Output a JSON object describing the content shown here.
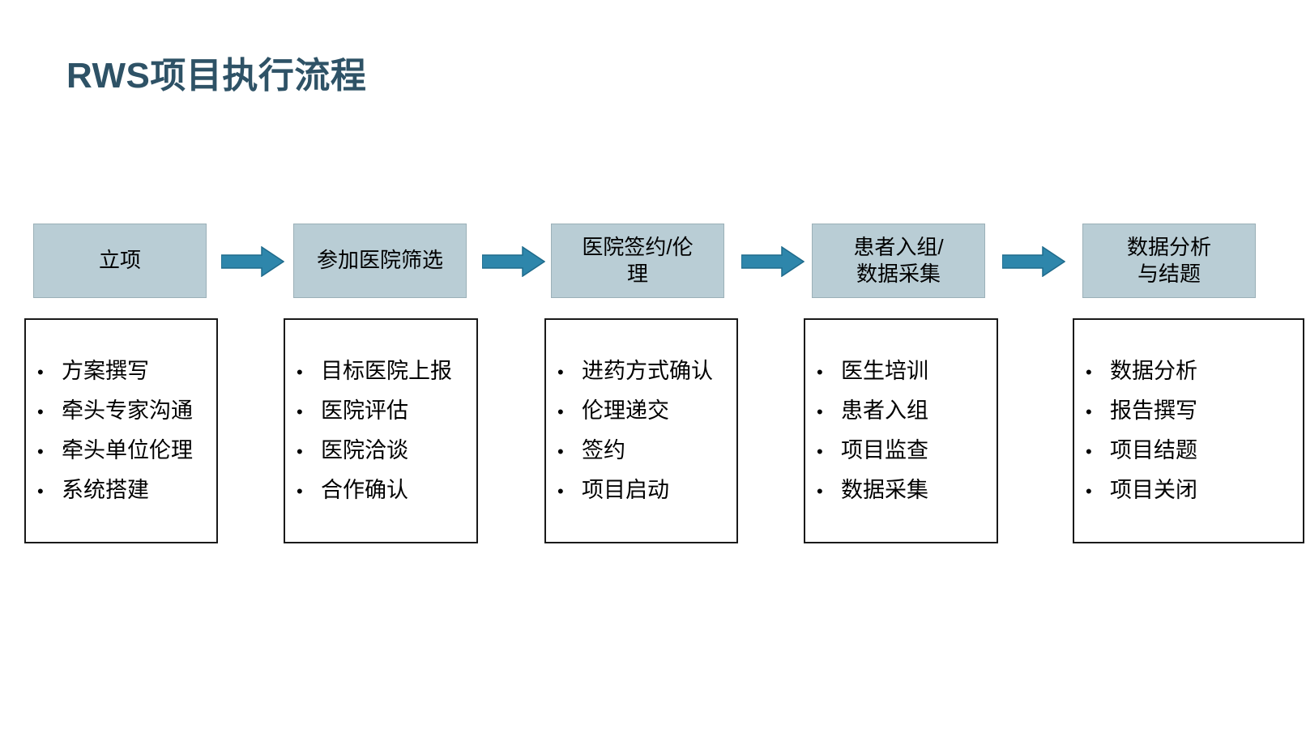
{
  "slide": {
    "title": "RWS项目执行流程",
    "title_color": "#2E5266",
    "background_color": "#FFFFFF"
  },
  "theme": {
    "stage_fill": "#B9CDD5",
    "stage_border": "#9BB0B8",
    "arrow_fill": "#2E86AB",
    "arrow_border": "#1F6B8C",
    "detail_border": "#1A1A1A",
    "text_color": "#000000"
  },
  "flow": {
    "arrow_icon_name": "right-arrow-icon",
    "stages": [
      {
        "id": "stage-1",
        "label": "立项",
        "details": [
          "方案撰写",
          "牵头专家沟通",
          "牵头单位伦理",
          "系统搭建"
        ]
      },
      {
        "id": "stage-2",
        "label": "参加医院筛选",
        "details": [
          "目标医院上报",
          "医院评估",
          "医院洽谈",
          "合作确认"
        ]
      },
      {
        "id": "stage-3",
        "label": "医院签约/伦\n理",
        "details": [
          "进药方式确认",
          "伦理递交",
          "签约",
          "项目启动"
        ]
      },
      {
        "id": "stage-4",
        "label": "患者入组/\n数据采集",
        "details": [
          "医生培训",
          "患者入组",
          "项目监查",
          "数据采集"
        ]
      },
      {
        "id": "stage-5",
        "label": "数据分析\n与结题",
        "details": [
          "数据分析",
          "报告撰写",
          "项目结题",
          "项目关闭"
        ]
      }
    ]
  },
  "bullet_glyph": "•"
}
